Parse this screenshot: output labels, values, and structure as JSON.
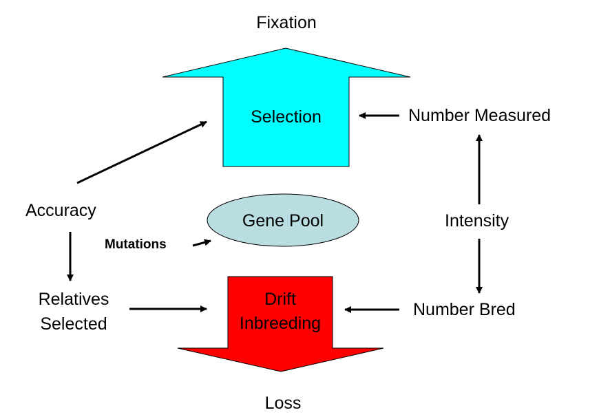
{
  "diagram": {
    "top_label": "Fixation",
    "bottom_label": "Loss",
    "up_arrow": {
      "label": "Selection",
      "color": "#00ffff"
    },
    "down_arrow": {
      "line1": "Drift",
      "line2": "Inbreeding",
      "color": "#ff0000"
    },
    "gene_pool": {
      "label": "Gene Pool",
      "color": "#b9dde0"
    },
    "mutations": "Mutations",
    "accuracy": "Accuracy",
    "relatives": {
      "line1": "Relatives",
      "line2": "Selected"
    },
    "number_measured": "Number Measured",
    "intensity": "Intensity",
    "number_bred": "Number Bred"
  }
}
